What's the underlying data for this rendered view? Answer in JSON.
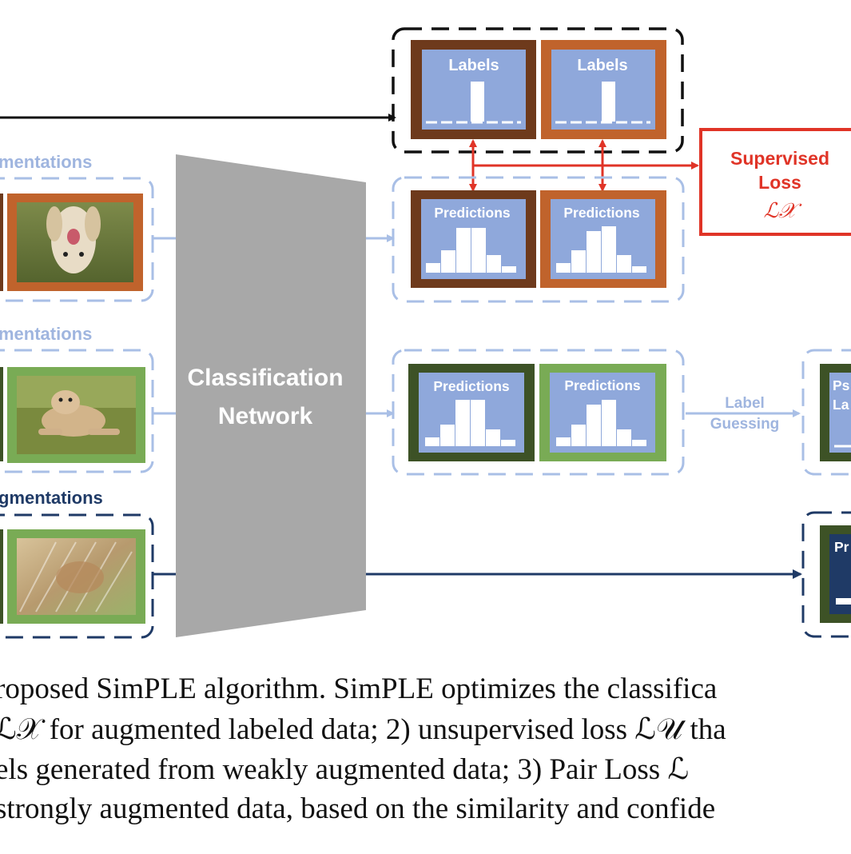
{
  "colors": {
    "brown_dark": "#6e3a1c",
    "brown_light": "#c0632c",
    "green_dark": "#3d5226",
    "green_light": "#79ab55",
    "light_blue": "#8fa8db",
    "navy": "#1f3a66",
    "gray": "#a8a8a8",
    "red": "#e03427"
  },
  "diagram": {
    "aug_label_1": "mentations",
    "aug_label_2": "mentations",
    "aug_label_3": "gmentations",
    "network_line1": "Classification",
    "network_line2": "Network",
    "labels_box_1": "Labels",
    "labels_box_2": "Labels",
    "predictions_1": "Predictions",
    "predictions_2": "Predictions",
    "predictions_3": "Predictions",
    "predictions_4": "Predictions",
    "supervised_line1": "Supervised",
    "supervised_line2": "Loss",
    "supervised_symbol": "ℒ𝒳",
    "label_guessing_line1": "Label",
    "label_guessing_line2": "Guessing",
    "pseudo_partial_1": "Ps",
    "pseudo_partial_2": "La",
    "strong_pred_partial": "Pr"
  },
  "caption": {
    "line1": "roposed SimPLE algorithm. SimPLE optimizes the classifica",
    "line2": "ℒ𝒳 for augmented labeled data; 2) unsupervised loss ℒ𝒰 tha",
    "line3": "els generated from weakly augmented data; 3) Pair Loss ℒ",
    "line4": "strongly augmented data, based on the similarity and confide"
  }
}
